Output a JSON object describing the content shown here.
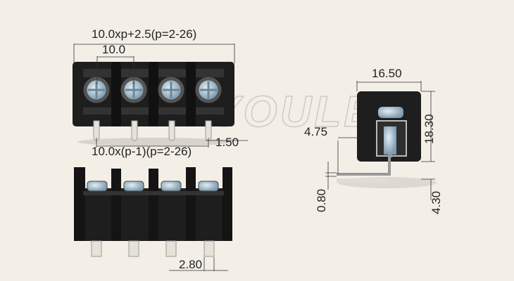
{
  "watermark": "YOULE",
  "front_view": {
    "overall_width": "10.0xp+2.5(p=2-26)",
    "pitch": "10.0",
    "pin_span": "10.0x(p-1)(p=2-26)",
    "pin_width": "1.50"
  },
  "bottom_view": {
    "pin_width": "2.80"
  },
  "side_view": {
    "width": "16.50",
    "height": "18.30",
    "pin_offset": "4.75",
    "pin_thickness": "0.80",
    "pin_length": "4.30"
  },
  "colors": {
    "body": "#1c1c1c",
    "background": "#f3efe7",
    "screw": "#aac4d6"
  }
}
